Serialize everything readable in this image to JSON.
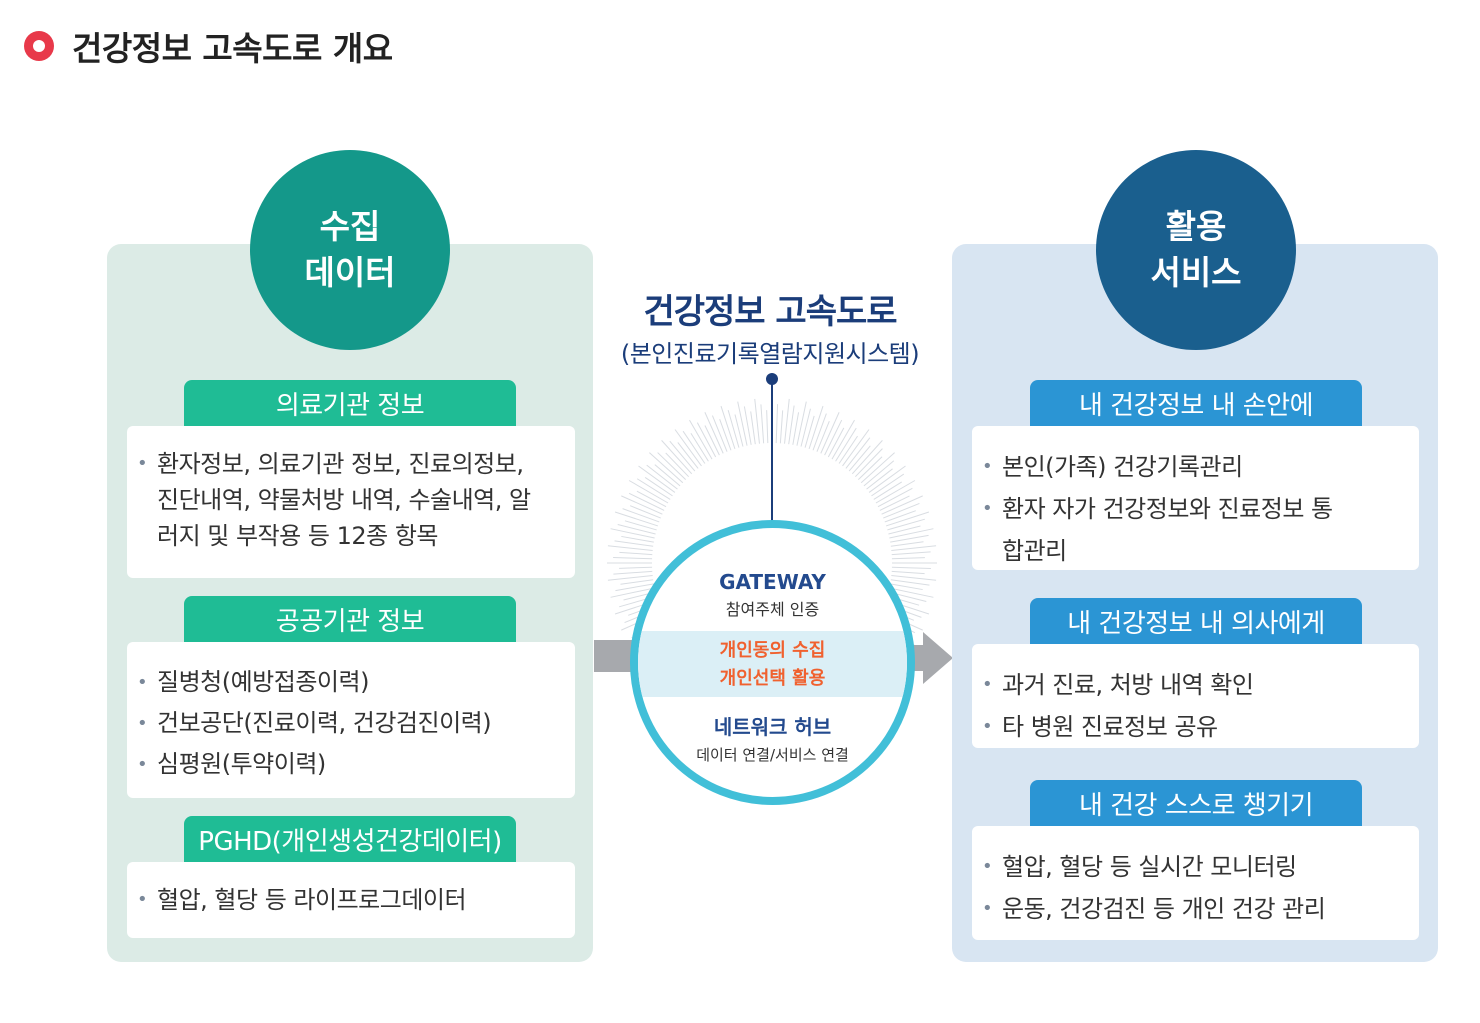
{
  "header": {
    "title": "건강정보 고속도로 개요"
  },
  "left": {
    "circle_line1": "수집",
    "circle_line2": "데이터",
    "sections": [
      {
        "tab": "의료기관 정보",
        "items": [
          "환자정보, 의료기관 정보, 진료의정보, 진단내역, 약물처방 내역, 수술내역, 알러지 및 부작용 등 12종 항목"
        ]
      },
      {
        "tab": "공공기관 정보",
        "items": [
          "질병청(예방접종이력)",
          "건보공단(진료이력, 건강검진이력)",
          "심평원(투약이력)"
        ]
      },
      {
        "tab": "PGHD(개인생성건강데이터)",
        "items": [
          "혈압, 혈당 등 라이프로그데이터"
        ]
      }
    ]
  },
  "center": {
    "title": "건강정보 고속도로",
    "subtitle": "(본인진료기록열람지원시스템)",
    "gateway": "GATEWAY",
    "gateway_sub": "참여주체 인증",
    "mid_line1": "개인동의 수집",
    "mid_line2": "개인선택 활용",
    "network": "네트워크 허브",
    "network_sub": "데이터 연결/서비스 연결"
  },
  "right": {
    "circle_line1": "활용",
    "circle_line2": "서비스",
    "sections": [
      {
        "tab": "내 건강정보 내 손안에",
        "items": [
          "본인(가족) 건강기록관리",
          "환자 자가 건강정보와 진료정보 통합관리"
        ]
      },
      {
        "tab": "내 건강정보 내 의사에게",
        "items": [
          "과거 진료, 처방 내역 확인",
          "타 병원 진료정보 공유"
        ]
      },
      {
        "tab": "내 건강 스스로 챙기기",
        "items": [
          "혈압, 혈당 등 실시간 모니터링",
          "운동, 건강검진 등 개인 건강 관리"
        ]
      }
    ]
  }
}
